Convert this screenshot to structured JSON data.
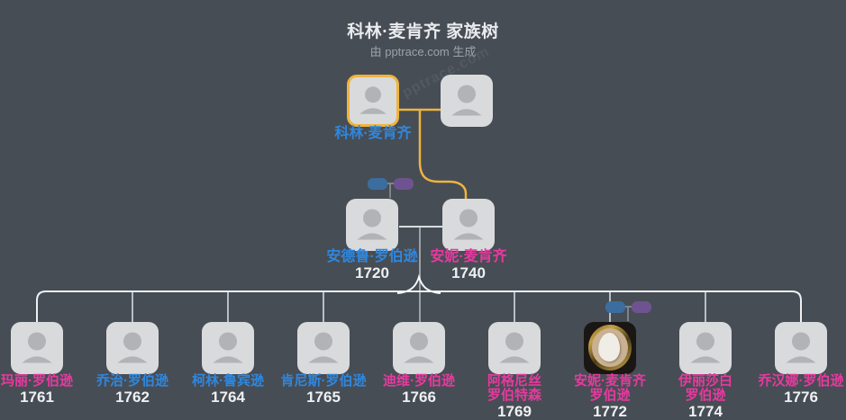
{
  "title": "科林·麦肯齐 家族树",
  "subtitle": "由 pptrace.com 生成",
  "watermark": "pptrace.com",
  "colors": {
    "background": "#474d55",
    "card": "#d9dadc",
    "avatar": "#b2b3b6",
    "highlight": "#eeb43f",
    "male": "#2f87de",
    "female": "#e8399f",
    "connector": "#eef0f2",
    "connector_dim": "#9aa0a6",
    "pill_blue": "#3b6e9e",
    "pill_purple": "#6f5390",
    "year_text": "#eef0f2",
    "title_text": "#e9ebee",
    "subtitle_text": "#9ba2a9"
  },
  "root": {
    "name": "科林·麦肯齐",
    "color": "male"
  },
  "parents": [
    {
      "name": "安德鲁·罗伯逊",
      "year": "1720",
      "color": "male"
    },
    {
      "name": "安妮·麦肯齐",
      "year": "1740",
      "color": "female"
    }
  ],
  "children": [
    {
      "name": "玛丽·罗伯逊",
      "year": "1761",
      "color": "female"
    },
    {
      "name": "乔治·罗伯逊",
      "year": "1762",
      "color": "male"
    },
    {
      "name": "柯林·鲁宾逊",
      "year": "1764",
      "color": "male"
    },
    {
      "name": "肯尼斯·罗伯逊",
      "year": "1765",
      "color": "male"
    },
    {
      "name": "迪维·罗伯逊",
      "year": "1766",
      "color": "female"
    },
    {
      "name": "阿格尼丝\n罗伯特森",
      "year": "1769",
      "color": "female"
    },
    {
      "name": "安妮·麦肯齐\n罗伯逊",
      "year": "1772",
      "color": "female"
    },
    {
      "name": "伊丽莎白\n罗伯逊",
      "year": "1774",
      "color": "female"
    },
    {
      "name": "乔汉娜·罗伯逊",
      "year": "1776",
      "color": "female"
    }
  ]
}
